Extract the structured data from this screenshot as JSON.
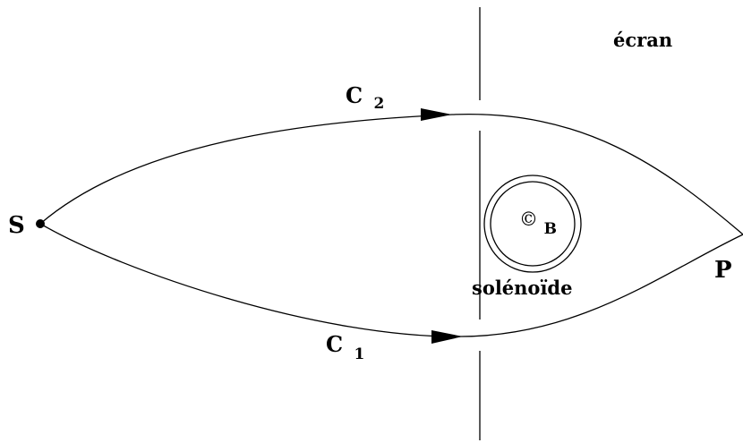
{
  "labels": {
    "source": "S",
    "point": "P",
    "path_upper_letter": "C",
    "path_upper_index": "2",
    "path_lower_letter": "C",
    "path_lower_index": "1",
    "screen": "écran",
    "solenoid": "solénoïde",
    "field_symbol": "©",
    "field_index": "B"
  },
  "colors": {
    "ink": "#000000",
    "background": "#ffffff"
  }
}
